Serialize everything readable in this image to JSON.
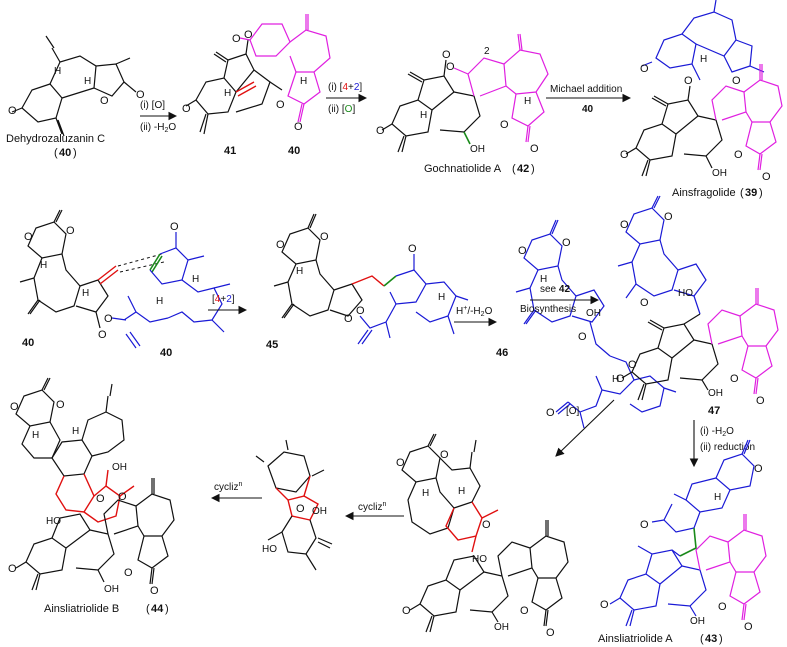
{
  "colors": {
    "black": "#111111",
    "blue": "#1a1ad6",
    "magenta": "#e020e0",
    "red": "#e01010",
    "green": "#1a8a1a"
  },
  "compounds": {
    "c40_name": "Dehydrozaluzanin C",
    "c40_num": "40",
    "c41_num": "41",
    "c40b_num": "40",
    "c42_name": "Gochnatiolide A",
    "c42_num": "42",
    "c39_name": "Ainsfragolide",
    "c39_num": "39",
    "c40c_num": "40",
    "c40d_num": "40",
    "c45_num": "45",
    "c46_num": "46",
    "c47_num": "47",
    "c43_name": "Ainsliatriolide A",
    "c43_num": "43",
    "c44_name": "Ainsliatriolide B",
    "c44_num": "44"
  },
  "steps": {
    "s1_a": "(i) [O]",
    "s1_b": "(ii) -H",
    "s1_b_sub": "2",
    "s1_b_end": "O",
    "s2_a_pre": "(i) [",
    "s2_a_4": "4",
    "s2_a_plus": "+",
    "s2_a_2": "2",
    "s2_a_post": "]",
    "s2_b_pre": "(ii) [",
    "s2_b_o": "O",
    "s2_b_post": "]",
    "s3": "Michael addition",
    "s3_num": "40",
    "s4_pre": "[",
    "s4_4": "4",
    "s4_plus": "+",
    "s4_2": "2",
    "s4_post": "]",
    "s5_a": "H",
    "s5_sup": "+",
    "s5_b": "/-H",
    "s5_sub": "2",
    "s5_c": "O",
    "s6_a": "see",
    "s6_num": "42",
    "s6_b": "Biosynthesis",
    "s7": "[O]",
    "s8_a": "(i) -H",
    "s8_sub": "2",
    "s8_a_end": "O",
    "s8_b": "(ii) reduction",
    "s9_a": "cycliz",
    "s9_sup": "n",
    "s10_a": "cycliz",
    "s10_sup": "n"
  },
  "atoms": {
    "H": "H",
    "O": "O",
    "OH": "OH",
    "HO": "HO",
    "two": "2"
  }
}
